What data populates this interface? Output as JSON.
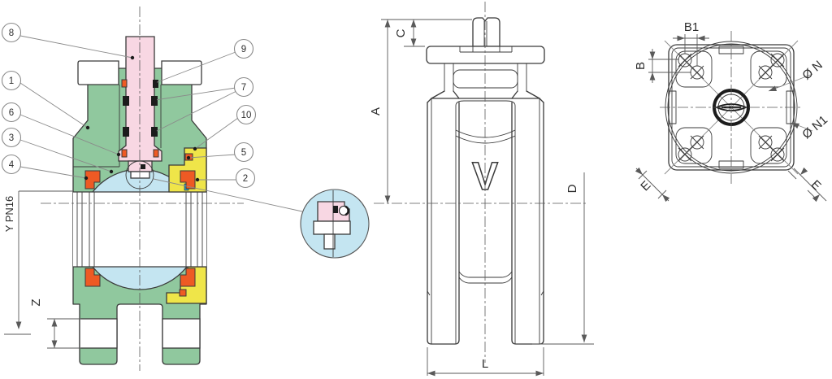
{
  "colors": {
    "line": "#3a3a3a",
    "dim": "#5a5a5a",
    "body-green": "#90c89e",
    "stem-pink": "#f8d7e3",
    "ball-blue": "#c4e5f1",
    "seat-orange": "#ee5a24",
    "retainer-yellow": "#efe549",
    "background": "#ffffff"
  },
  "section_view": {
    "callouts": {
      "c1": "1",
      "c2": "2",
      "c3": "3",
      "c4": "4",
      "c5": "5",
      "c6": "6",
      "c7": "7",
      "c8": "8",
      "c9": "9",
      "c10": "10"
    },
    "dims": {
      "y_rating": "Y PN16",
      "z": "Z"
    }
  },
  "elevation_view": {
    "dims": {
      "a": "A",
      "c": "C",
      "d": "D",
      "l": "L"
    },
    "logo": "V"
  },
  "plan_view": {
    "dims": {
      "b": "B",
      "b1": "B1",
      "n": "Ø N",
      "n1": "Ø N1",
      "e_left": "E",
      "e_right": "E"
    }
  }
}
